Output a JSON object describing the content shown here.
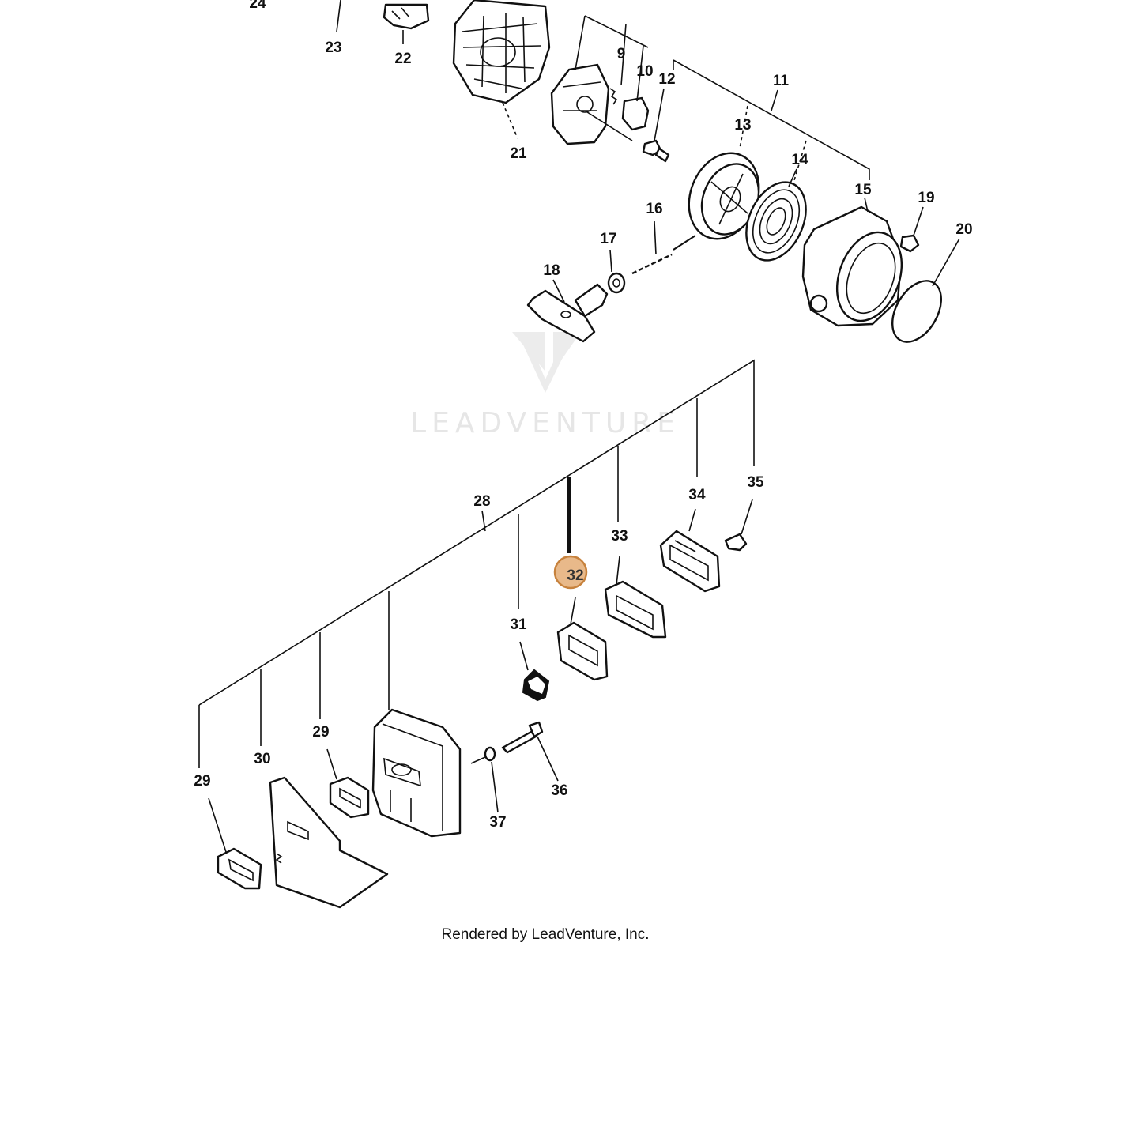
{
  "callouts": {
    "c9": "9",
    "c10": "10",
    "c11": "11",
    "c12": "12",
    "c13": "13",
    "c14": "14",
    "c15": "15",
    "c16": "16",
    "c17": "17",
    "c18": "18",
    "c19": "19",
    "c20": "20",
    "c21": "21",
    "c22": "22",
    "c23": "23",
    "c24": "24",
    "c28": "28",
    "c29a": "29",
    "c29b": "29",
    "c30": "30",
    "c31": "31",
    "c32": "32",
    "c33": "33",
    "c34": "34",
    "c35": "35",
    "c36": "36",
    "c37": "37"
  },
  "highlighted_callout": "32",
  "watermark": {
    "text": "LEADVENTURE"
  },
  "footer": {
    "credit": "Rendered by LeadVenture, Inc."
  },
  "colors": {
    "highlight_fill": "#e8b98a",
    "highlight_stroke": "#c7823d",
    "ink": "#111111",
    "watermark": "#e6e6e6"
  }
}
